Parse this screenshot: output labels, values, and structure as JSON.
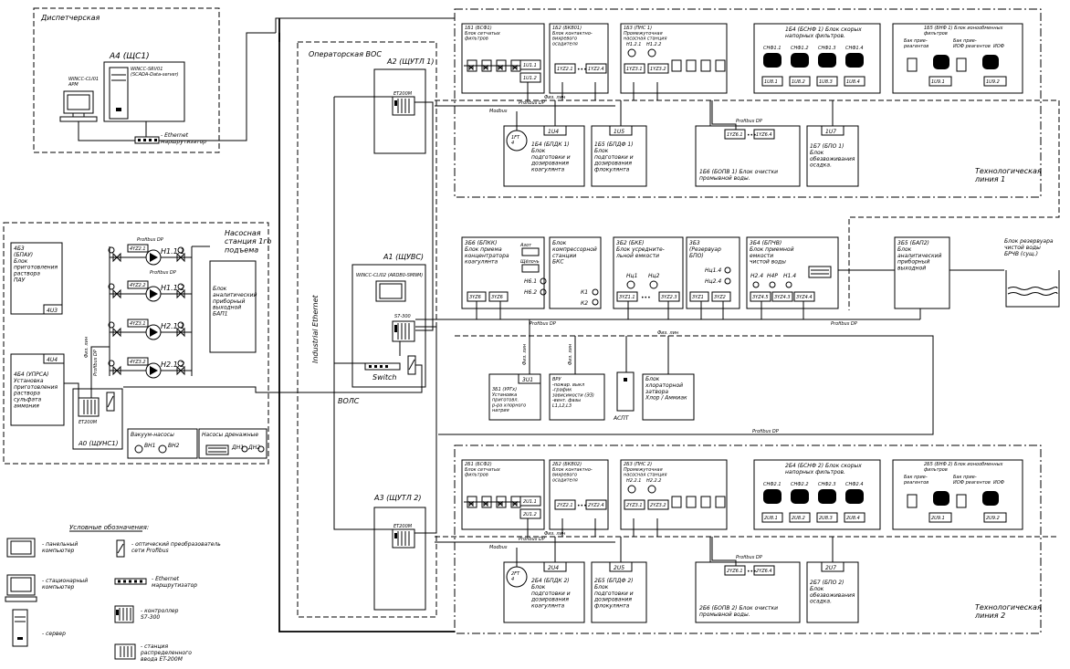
{
  "dispatcher": {
    "title": "Диспетчерская",
    "a4": "А4 (ЩС1)",
    "server": "WINCC-SRV01\n(SCADA-Data-server)",
    "client1": "WINCC-CLI01\nАРМ",
    "ethernet": "- Ethernet\nмаршрутизатор"
  },
  "operator": {
    "title": "Операторская ВОС",
    "a2": "А2 (ЩУТЛ 1)",
    "a1": "А1 (ЩУВС)",
    "a3": "А3 (ЩУТЛ 2)",
    "client2": "WINCC-CLI02 (АRDB0-SMNM)",
    "s7": "S7-300",
    "switch": "Switch",
    "industrial": "Industrial Ethernet",
    "vols": "ВОЛС"
  },
  "pump": {
    "title": "Насосная\nстанция 1го\nподъема",
    "b463": "4Б3\n(БПАУ)\nБлок\nприготовления\nраствора\nПАУ",
    "u43": "4U3",
    "u44": "4U4",
    "b464": "4Б4 (УПРСА)\nУстановка\nприготовления\nраствора\nсульфата\nаммония",
    "bap": "Блок\nаналитический\nприборный\nвыходной\nБАП1",
    "a0": "А0 (ЩУНС1)",
    "vacuum": "Вакуум-насосы",
    "drain": "Насосы дренажные",
    "vn1": "ВН1",
    "vn2": "ВН2",
    "dn1": "ДН1",
    "dn2": "ДН2",
    "pumps": [
      "Н1.1.1",
      "Н1.1.2",
      "Н2.1.1",
      "Н2.1.2"
    ],
    "motors": [
      "4YZ2.1",
      "4YZ2.2",
      "4YZ3.1",
      "4YZ3.2"
    ],
    "profibus": "Profibus DP",
    "fiz": "Физ. лин"
  },
  "line1": {
    "title": "Технологическая\nлиния 1",
    "b1": "1Б1 (БСФ1)\nБлок сетчатых\nфильтров",
    "b2": "1Б2 (БКВ01)\nБлок контактно-\nвихревого\nосадителя",
    "b3": "1Б3 (ПНС 1)\nПромежуточная\nнасосная станция",
    "b4": "1Б4 (БСНФ 1) Блок скорых\nнапорных фильтров.",
    "b5": "1Б5 (БНФ 1) Блок ионообменных\nфильтров",
    "u11": "1U1.1",
    "u12": "1U1.2",
    "yz22": [
      "1YZ2.1",
      "1YZ2.4"
    ],
    "yz3": [
      "1YZ3.1",
      "1YZ3.2"
    ],
    "h": [
      "Н1.2.1",
      "Н1.2.2"
    ],
    "snf": [
      "СНФ1.1",
      "СНФ1.2",
      "СНФ1.3",
      "СНФ1.4"
    ],
    "u8": [
      "1U8.1",
      "1U8.2",
      "1U8.3",
      "1U8.4"
    ],
    "u9": [
      "1U9.1",
      "1U9.2"
    ],
    "tanks": [
      "Бак прие-\nреагентов",
      "Бак прие-\nИОФ реагентов",
      "ИОФ"
    ],
    "bdk": "1Б4 (БПДК 1)\nБлок\nподготовки и\nдозирования\nкоагулянта",
    "bpdf": "1Б5 (БПДФ 1)\nБлок\nподготовки и\nдозирования\nфлокулянта",
    "bopv": "1Б6 (БОПВ 1) Блок очистки\nпромывной воды.",
    "bpo": "1Б7 (БПО 1)\nБлок\nобезвоживания\nосадка.",
    "u4": "1U4",
    "u5": "1U5",
    "u7": "1U7",
    "yz6": [
      "1YZ6.1",
      "1YZ6.4"
    ],
    "ft": "1FT\n4",
    "modbus": "Modbus",
    "profibus": "Profibus DP",
    "fiz": "Физ. лин"
  },
  "middle": {
    "b36": "3Б6 (БПКК)\nБлок приема\nконцентратора\nкоагулянта",
    "bks": "Блок\nкомпрессорной\nстанции\nБКС",
    "b32": "3Б2 (БКЕ)\nБлок усредните-\nльной емкости",
    "b33": "3Б3\n(Резервуар\nБПО)",
    "b34": "3Б4 (БПЧВ)\nБлок приемной\nемкости\nчистой воды",
    "b35": "3Б5 (БАП2)\nБлок\nаналитический\nприборный\nвыходной",
    "brchv": "Блок резервуара\nчистой воды\nБРЧВ (сущ.)",
    "yz36": [
      "3YZ6",
      "3YZ6"
    ],
    "yz32": [
      "3YZ1.1",
      "3YZ2.3"
    ],
    "yz33": [
      "3YZ1",
      "3YZ2"
    ],
    "yz34": [
      "3YZ4.5",
      "3YZ4.3",
      "3YZ4.4"
    ],
    "k": [
      "К1",
      "К2"
    ],
    "h36": [
      "Н6.1",
      "Н6.2"
    ],
    "h32": [
      "Нц1",
      "Нц2"
    ],
    "h33": [
      "Нц1.4",
      "Нц2.4"
    ],
    "h34": [
      "Н2.4",
      "Н4Р",
      "Н1.4"
    ],
    "acid": "Азот",
    "alkali": "Щёлочь",
    "b31": "3Б1 (УРГх)\nУстановка\nприготовл.\nр-ра хлорного\nнатрия",
    "u31": "3U1",
    "vru": "ВРУ\n-пожар. выкл\n-график\nзависимости (ЭЗ)\n-вент. фазы\nL1,L2,L3",
    "aspt": "АСПТ",
    "chlor": "Блок\nхлораторной\nзатвора\n\nХлор / Аммиак",
    "profibus": "Profibus DP",
    "fiz": "Физ. лин"
  },
  "line2": {
    "title": "Технологическая\nлиния 2",
    "b1": "2Б1 (БСФ2)\nБлок сетчатых\nфильтров",
    "b2": "2Б2 (БКВ02)\nБлок контактно-\nвихревого\nосадителя",
    "b3": "2Б3 (ПНС 2)\nПромежуточная\nнасосная станция",
    "b4": "2Б4 (БСНФ 2) Блок скорых\nнапорных фильтров.",
    "b5": "2Б5 (БНФ 2) Блок ионообменных\nфильтров",
    "u11": "2U1.1",
    "u12": "2U1.2",
    "yz22": [
      "2YZ2.1",
      "2YZ2.4"
    ],
    "yz3": [
      "2YZ3.1",
      "2YZ3.2"
    ],
    "h": [
      "Н2.2.1",
      "Н2.2.2"
    ],
    "snf": [
      "СНФ2.1",
      "СНФ2.2",
      "СНФ2.3",
      "СНФ2.4"
    ],
    "u8": [
      "2U8.1",
      "2U8.2",
      "2U8.3",
      "2U8.4"
    ],
    "u9": [
      "2U9.1",
      "2U9.2"
    ],
    "tanks": [
      "Бак прие-\nреагентов",
      "Бак прие-\nИОФ реагентов",
      "ИОФ"
    ],
    "bdk": "2Б4 (БПДК 2)\nБлок\nподготовки и\nдозирования\nкоагулянта",
    "bpdf": "2Б5 (БПДФ 2)\nБлок\nподготовки и\nдозирования\nфлокулянта",
    "bopv": "2Б6 (БОПВ 2) Блок очистки\nпромывной воды.",
    "bpo": "2Б7 (БПО 2)\nБлок\nобезвоживания\nосадка.",
    "u4": "2U4",
    "u5": "2U5",
    "u7": "2U7",
    "yz6": [
      "2YZ6.1",
      "2YZ6.4"
    ],
    "ft": "2FT\n4",
    "modbus": "Modbus",
    "profibus": "Profibus DP",
    "fiz": "Физ. лин"
  },
  "legend": {
    "title": "Условные обозначения:",
    "panel": "- панельный\nкомпьютер",
    "station": "- стационарный\nкомпьютер",
    "server": "- сервер",
    "optic": "- оптический преобразователь\nсети Profibus",
    "ethernet": "- Ethernet\nмаршрутизатор",
    "controller": "- контроллер\nS7-300",
    "et200": "- станция\nраспределенного\nввода ET-200M"
  },
  "et200m": "ET200M",
  "profibus_main": "Profibus DP"
}
